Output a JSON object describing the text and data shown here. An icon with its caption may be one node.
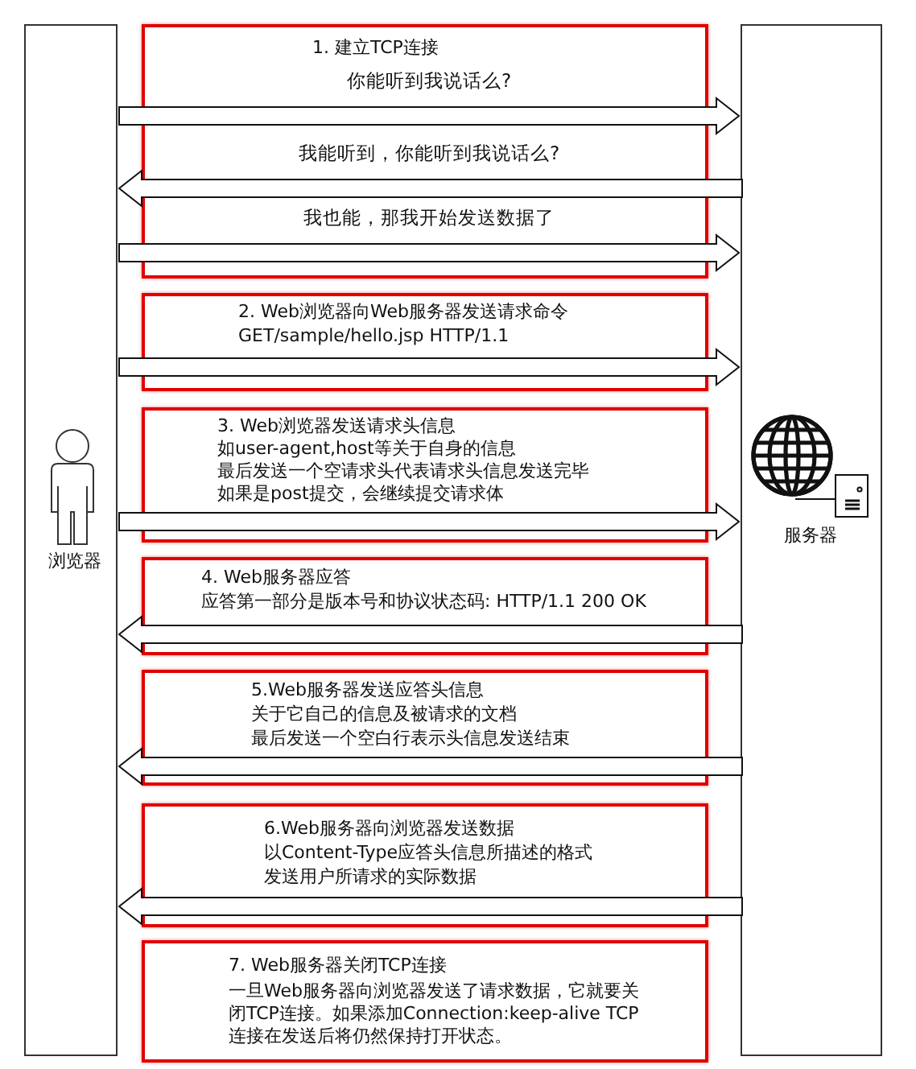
{
  "diagram": {
    "nodes": [
      {
        "text": [
          "浏览器"
        ]
      },
      {
        "text": [
          "服务器"
        ]
      },
      {
        "text": [
          "1. 建立TCP连接"
        ]
      },
      {
        "text": [
          "2. Web浏览器向Web服务器发送请求命令",
          "GET/sample/hello.jsp HTTP/1.1"
        ]
      },
      {
        "text": [
          "3. Web浏览器发送请求头信息",
          "如user-agent,host等关于自身的信息",
          "最后发送一个空请求头代表请求头信息发送完毕",
          "如果是post提交，会继续提交请求体"
        ]
      },
      {
        "text": [
          "4. Web服务器应答",
          "应答第一部分是版本号和协议状态码: HTTP/1.1 200 OK"
        ]
      },
      {
        "text": [
          "5.Web服务器发送应答头信息",
          "关于它自己的信息及被请求的文档",
          "最后发送一个空白行表示头信息发送结束"
        ]
      },
      {
        "text": [
          "6.Web服务器向浏览器发送数据",
          "以Content-Type应答头信息所描述的格式",
          "发送用户所请求的实际数据"
        ]
      },
      {
        "text": [
          "7. Web服务器关闭TCP连接",
          "一旦Web服务器向浏览器发送了请求数据，它就要关闭TCP连接。如果添加Connection:keep-alive TCP连接在发送后将仍然保持打开状态。"
        ]
      }
    ],
    "edges": [
      {
        "from": 0,
        "to": 1,
        "arrow": "to",
        "label": "你能听到我说话么?"
      },
      {
        "from": 1,
        "to": 0,
        "arrow": "to",
        "label": "我能听到，你能听到我说话么?"
      },
      {
        "from": 0,
        "to": 1,
        "arrow": "to",
        "label": "我也能，那我开始发送数据了"
      },
      {
        "from": 0,
        "to": 1,
        "arrow": "to"
      },
      {
        "from": 0,
        "to": 1,
        "arrow": "to"
      },
      {
        "from": 1,
        "to": 0,
        "arrow": "to"
      },
      {
        "from": 1,
        "to": 0,
        "arrow": "to"
      },
      {
        "from": 1,
        "to": 0,
        "arrow": "to"
      }
    ]
  }
}
